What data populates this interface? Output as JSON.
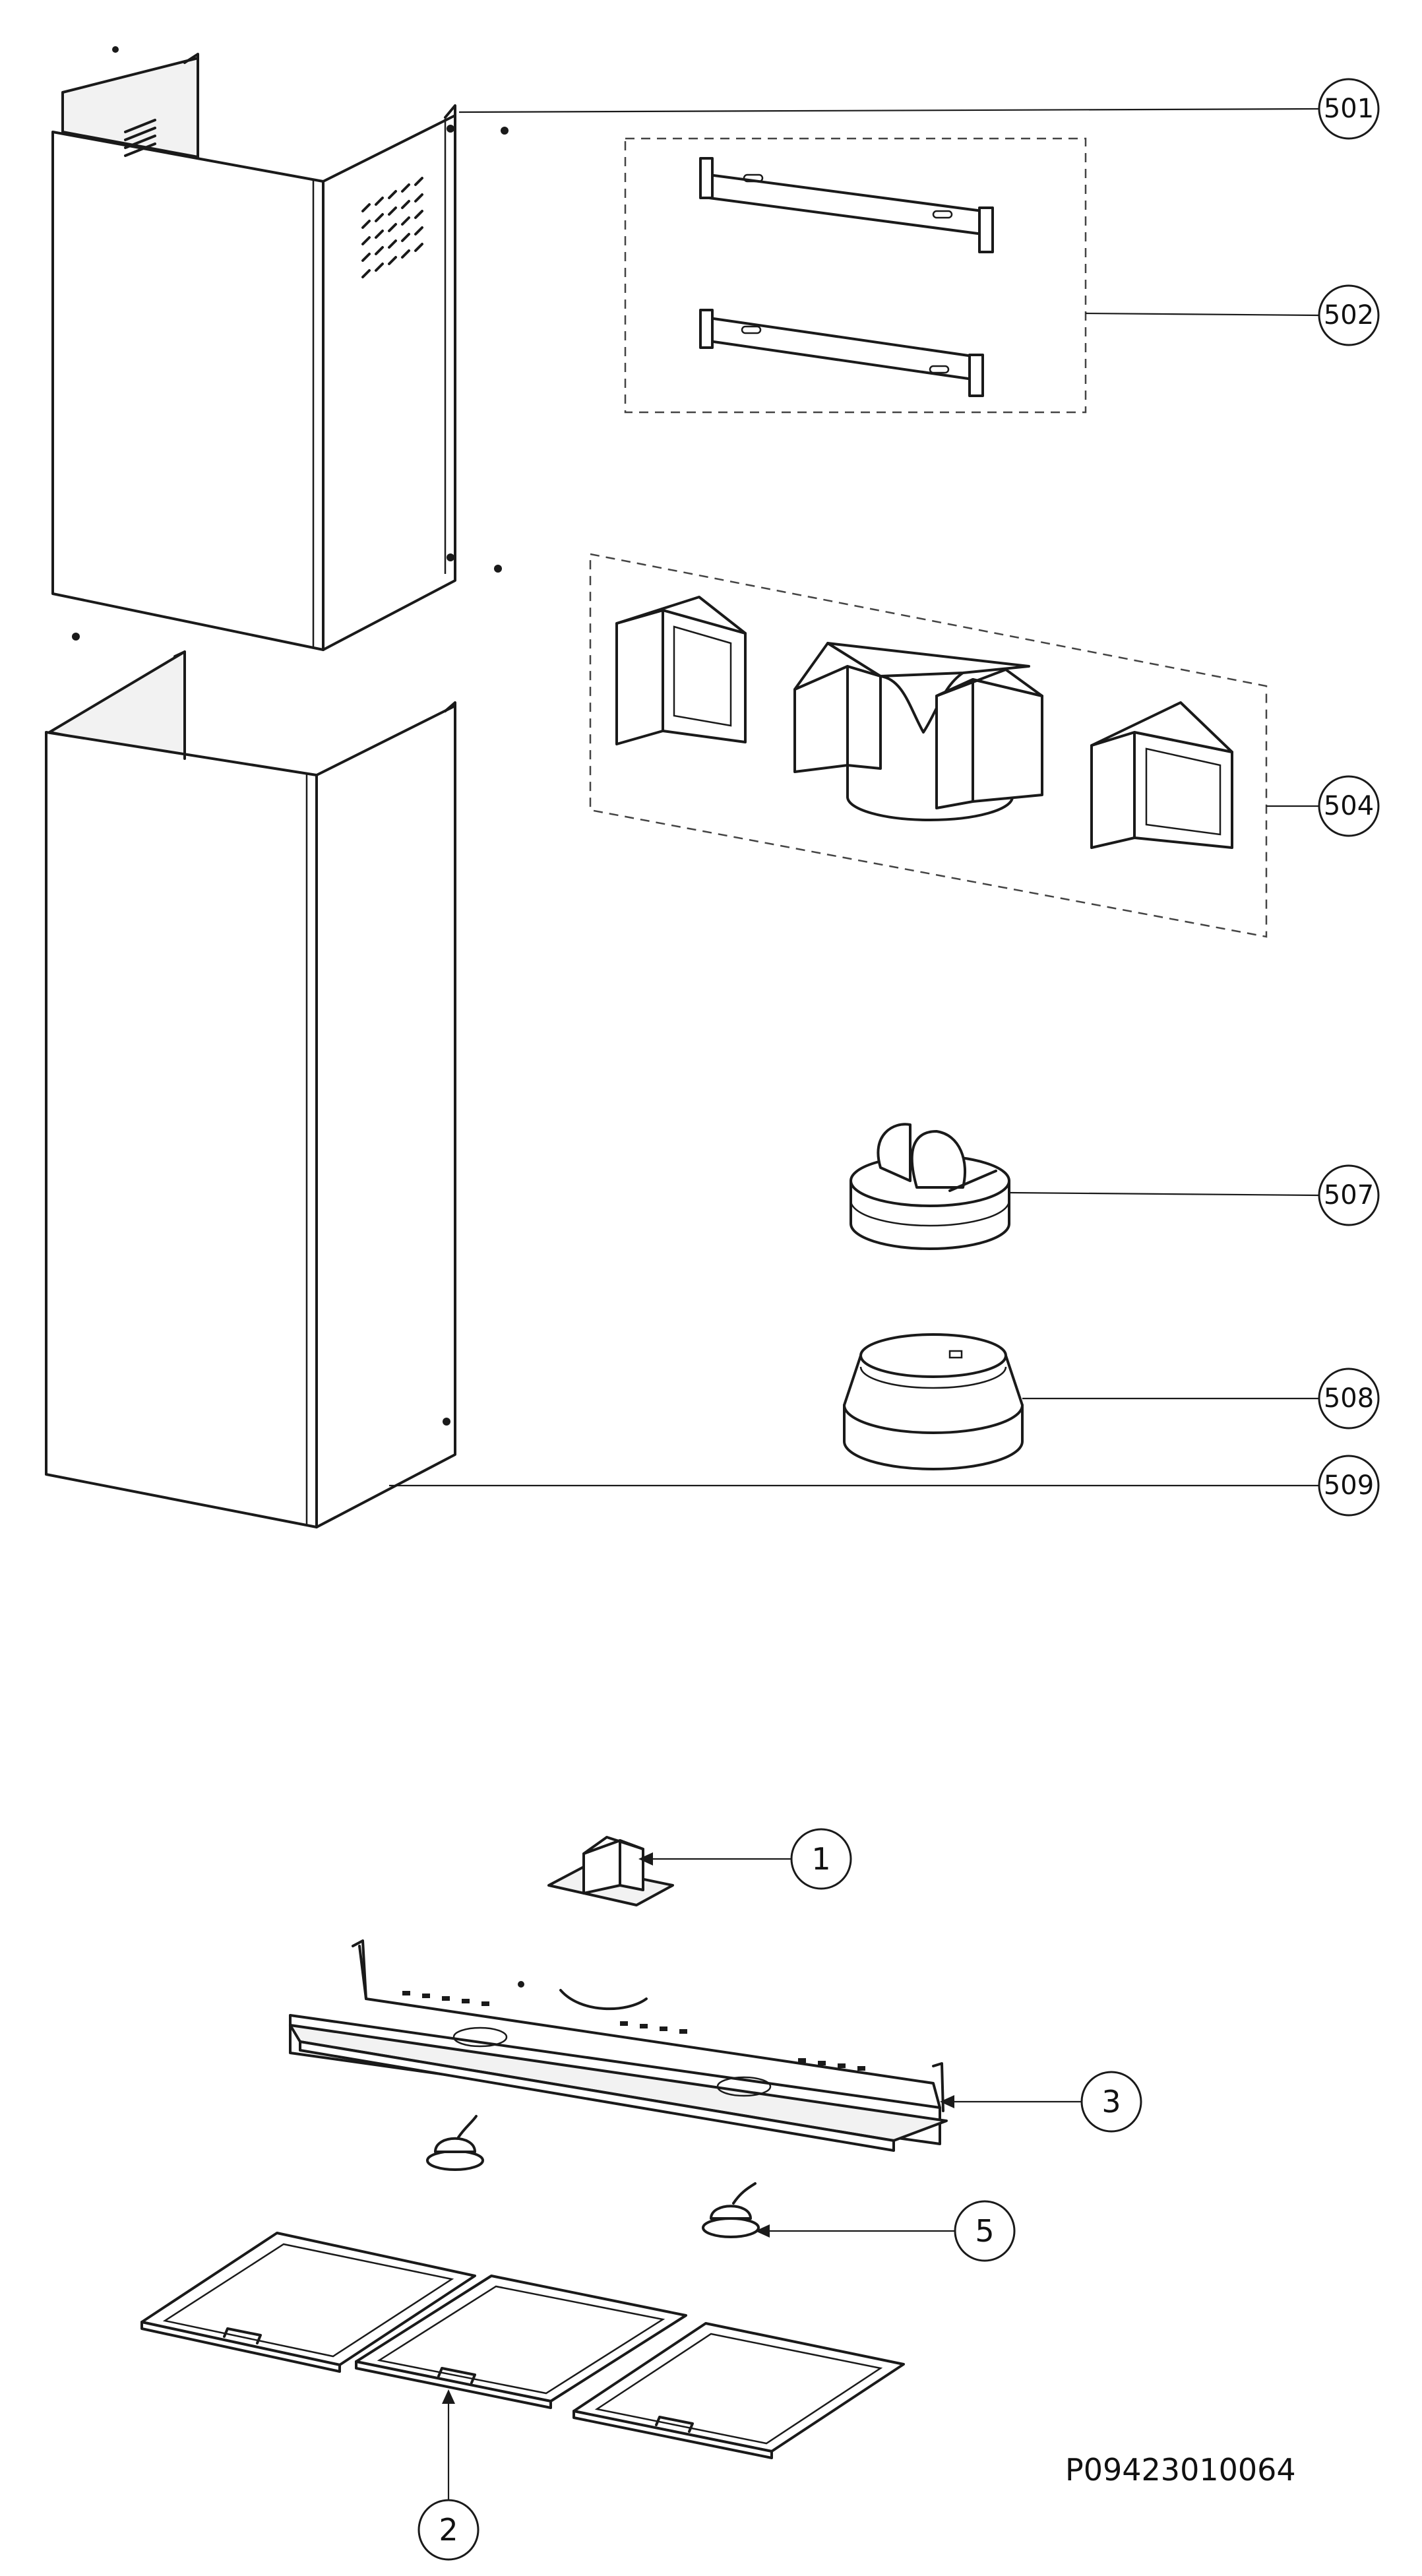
{
  "diagram": {
    "callouts_top": [
      {
        "id": "c501",
        "label": "501"
      },
      {
        "id": "c502",
        "label": "502"
      },
      {
        "id": "c504",
        "label": "504"
      },
      {
        "id": "c507",
        "label": "507"
      },
      {
        "id": "c508",
        "label": "508"
      },
      {
        "id": "c509",
        "label": "509"
      }
    ],
    "callouts_bottom": [
      {
        "id": "c1",
        "label": "1"
      },
      {
        "id": "c2",
        "label": "2"
      },
      {
        "id": "c3",
        "label": "3"
      },
      {
        "id": "c5",
        "label": "5"
      }
    ],
    "document_code": "P09423010064"
  }
}
